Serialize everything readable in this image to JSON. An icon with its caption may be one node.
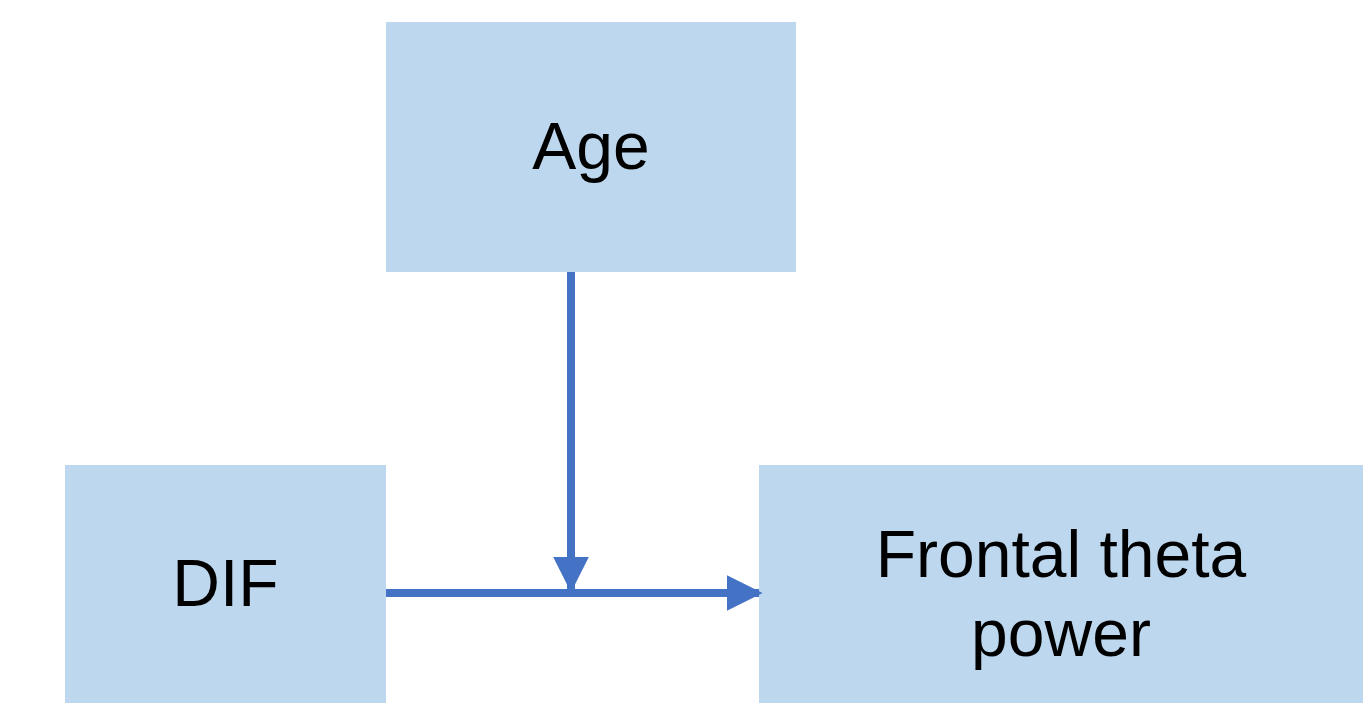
{
  "diagram": {
    "nodes": [
      {
        "text": [
          "Age"
        ]
      },
      {
        "text": [
          "DIF"
        ]
      },
      {
        "text": [
          "Frontal theta power"
        ]
      }
    ],
    "edges": [
      {
        "from": 1,
        "to": 2,
        "arrow": "to"
      },
      {
        "from": 0,
        "to": null,
        "arrow": "to"
      }
    ]
  }
}
